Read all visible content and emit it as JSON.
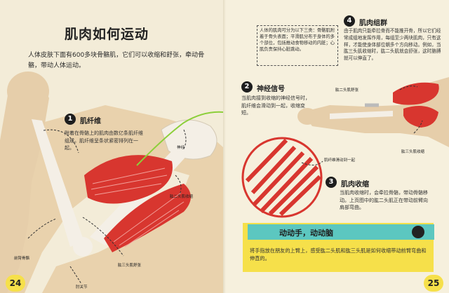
{
  "title": "肌肉如何运动",
  "intro": "人体皮肤下面有600多块骨骼肌，它们可以收缩和舒张，牵动骨骼，带动人体运动。",
  "sections": [
    {
      "number": "1",
      "title": "肌纤维",
      "body": "附着在骨骼上的肌肉由数亿条肌纤维组成。肌纤维呈条状紧密排列在一起。"
    },
    {
      "number": "2",
      "title": "神经信号",
      "body": "当肌肉接到收缩的神经信号时，肌纤维会滑动到一起，收缩变短。"
    },
    {
      "number": "3",
      "title": "肌肉收缩",
      "body": "当肌肉收缩时，会牵拉骨骼，带动骨骼移动。上页图中的肱二头肌正在带动前臂向肩部弯曲。"
    },
    {
      "number": "4",
      "title": "肌肉组群",
      "body": "由于肌肉只能牵拉骨而不能推开骨，所以它们经常成组地发挥作用，每组至少两块肌肉，只有这样，才能使身体部位朝多个方向移动。例如，当肱三头肌收缩时，肱二头肌就会舒张，这时胳膊就可以伸直了。"
    }
  ],
  "box_text": "人体的肌肉可分为以下三类：骨骼肌附着于骨头表面；平滑肌分布于身体的多个部位，包括推动食物移动的内脏；心肌负责保持心脏跳动。",
  "labels": {
    "nerve": "神经",
    "biceps_contract": "肱二头肌收缩",
    "triceps_relax": "肱三头肌舒张",
    "forearm_bone": "前臂骨骼",
    "elbow_joint": "肘关节",
    "fiber_slide": "肌纤维滑动到一起",
    "biceps_relax": "肱二头肌舒张",
    "triceps_contract": "肱三头肌收缩"
  },
  "activity": {
    "title": "动动手，动动脑",
    "body": "将手指放在朋友的上臂上，感受肱二头肌和肱三头肌是如何收缩带动前臂弯曲和伸直的。"
  },
  "page_numbers": {
    "left": "24",
    "right": "25"
  },
  "colors": {
    "muscle": "#d8362f",
    "skin": "#e9d2ad",
    "yellow": "#f6e04a",
    "teal": "#5cc7c0",
    "nerve": "#8ccf3a"
  },
  "icons": [
    "skull-icon"
  ]
}
